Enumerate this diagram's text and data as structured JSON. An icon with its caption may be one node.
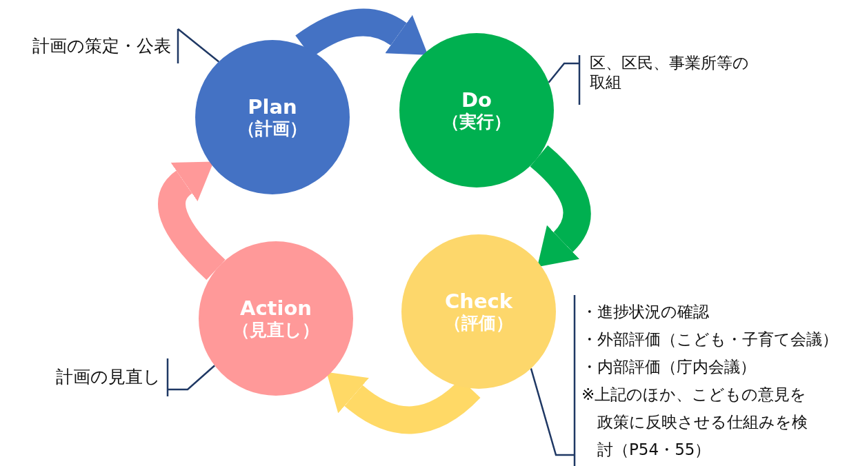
{
  "diagram": {
    "nodes": [
      {
        "text": [
          "Plan",
          "（計画）"
        ]
      },
      {
        "text": [
          "Do",
          "（実行）"
        ]
      },
      {
        "text": [
          "Check",
          "（評価）"
        ]
      },
      {
        "text": [
          "Action",
          "（見直し）"
        ]
      },
      {
        "text": [
          "計画の策定・公表"
        ]
      },
      {
        "text": [
          "区、区民、事業所等の取組"
        ]
      },
      {
        "text": [
          "・進捗状況の確認",
          "・外部評価（こども・子育て会議）",
          "・内部評価（庁内会議）",
          "※上記のほか、こどもの意見を政策に反映させる仕組みを検討（P54・55）"
        ]
      },
      {
        "text": [
          "計画の見直し"
        ]
      }
    ],
    "edges": [
      {
        "from": 0,
        "to": 1,
        "arrow": "to",
        "style": "thick",
        "color": "#4472c4"
      },
      {
        "from": 1,
        "to": 2,
        "arrow": "to",
        "style": "thick",
        "color": "#00b050"
      },
      {
        "from": 2,
        "to": 3,
        "arrow": "to",
        "style": "thick",
        "color": "#ffd966"
      },
      {
        "from": 3,
        "to": 0,
        "arrow": "to",
        "style": "thick",
        "color": "#ff9999"
      },
      {
        "from": 4,
        "to": 0,
        "arrow": "none",
        "color": "#1f3864"
      },
      {
        "from": 5,
        "to": 1,
        "arrow": "none",
        "color": "#1f3864"
      },
      {
        "from": 6,
        "to": 2,
        "arrow": "none",
        "color": "#1f3864"
      },
      {
        "from": 7,
        "to": 3,
        "arrow": "none",
        "color": "#1f3864"
      }
    ]
  }
}
